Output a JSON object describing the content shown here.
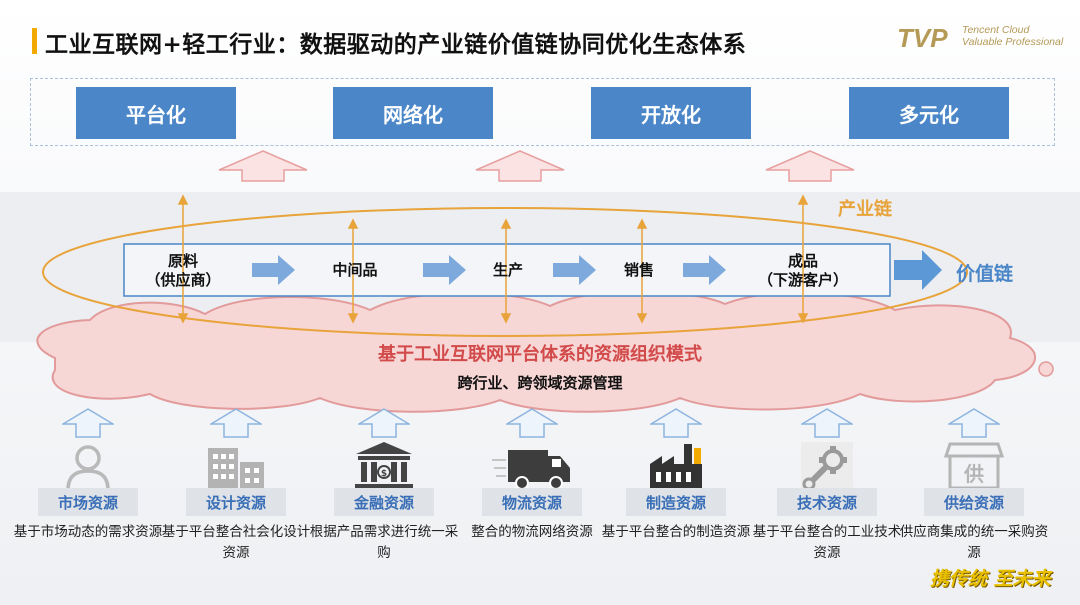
{
  "header": {
    "title": "工业互联网+轻工行业：数据驱动的产业链价值链协同优化生态体系",
    "logo_mark": "TVP",
    "logo_line1": "Tencent Cloud",
    "logo_line2": "Valuable Professional"
  },
  "top_boxes": [
    "平台化",
    "网络化",
    "开放化",
    "多元化"
  ],
  "chain": {
    "stages": [
      {
        "line1": "原料",
        "line2": "（供应商）"
      },
      {
        "line1": "中间品",
        "line2": ""
      },
      {
        "line1": "生产",
        "line2": ""
      },
      {
        "line1": "销售",
        "line2": ""
      },
      {
        "line1": "成品",
        "line2": "（下游客户）"
      }
    ],
    "industry_chain_label": "产业链",
    "value_chain_label": "价值链"
  },
  "cloud": {
    "title": "基于工业互联网平台体系的资源组织模式",
    "subtitle": "跨行业、跨领域资源管理"
  },
  "resources": [
    {
      "icon": "person-icon",
      "label": "市场资源",
      "desc": "基于市场动态的需求资源"
    },
    {
      "icon": "buildings-icon",
      "label": "设计资源",
      "desc": "基于平台整合社会化设计资源"
    },
    {
      "icon": "bank-icon",
      "label": "金融资源",
      "desc": "根据产品需求进行统一采购"
    },
    {
      "icon": "truck-icon",
      "label": "物流资源",
      "desc": "整合的物流网络资源"
    },
    {
      "icon": "factory-icon",
      "label": "制造资源",
      "desc": "基于平台整合的制造资源"
    },
    {
      "icon": "wrench-gear-icon",
      "label": "技术资源",
      "desc": "基于平台整合的工业技术资源"
    },
    {
      "icon": "shop-icon",
      "label": "供给资源",
      "desc": "供应商集成的统一采购资源",
      "icon_text": "供"
    }
  ],
  "footer": {
    "brand": "携传统 至未来"
  },
  "colors": {
    "accent_blue": "#4a86c8",
    "title_bar": "#f2a900",
    "cloud_red": "#d24a4a",
    "industry_orange": "#e8a33a"
  }
}
